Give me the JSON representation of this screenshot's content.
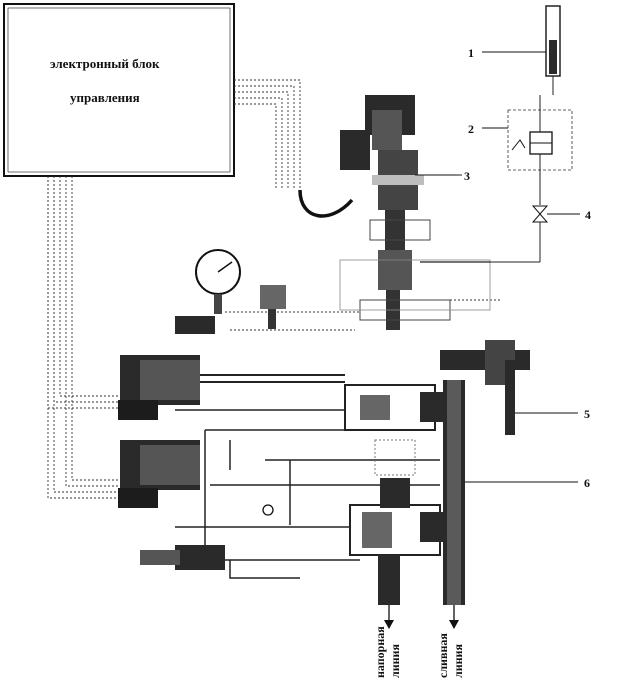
{
  "control_unit": {
    "line1": "электронный блок",
    "line2": "управления"
  },
  "callouts": [
    "1",
    "2",
    "3",
    "4",
    "5",
    "6"
  ],
  "lines": {
    "pressure_line1": "напорная",
    "pressure_line2": "линия",
    "drain_line1": "сливная",
    "drain_line2": "линия"
  }
}
